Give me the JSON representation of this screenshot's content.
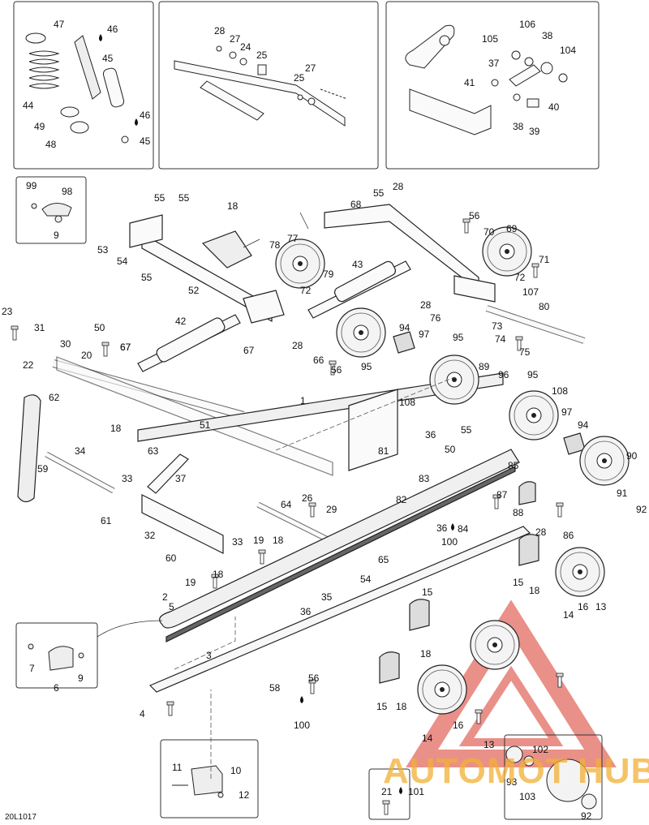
{
  "diagram_code": "20L1017",
  "watermark": {
    "text_a": "AUTOMOT",
    "text_b": "HUB",
    "color_red": "#d8362a",
    "color_yellow": "#f2b035"
  },
  "insets": {
    "shock": [
      "47",
      "46",
      "45",
      "44",
      "49",
      "48",
      "46",
      "45"
    ],
    "arm_links": [
      "28",
      "27",
      "24",
      "25",
      "25",
      "27"
    ],
    "bell_crank": [
      "105",
      "106",
      "38",
      "104",
      "37",
      "41",
      "40",
      "38",
      "39"
    ],
    "bracket_99": [
      "99",
      "98",
      "9"
    ],
    "rail_tip": [
      "7",
      "6",
      "9"
    ],
    "slider_11": [
      "11",
      "10",
      "12"
    ],
    "screw_21": [
      "21",
      "101"
    ],
    "wheel_92": [
      "102",
      "93",
      "103",
      "92"
    ]
  },
  "main_callouts": {
    "front_arm": [
      "55",
      "55",
      "18",
      "53",
      "54",
      "55",
      "52",
      "78",
      "77",
      "72",
      "79",
      "43",
      "28",
      "67",
      "66",
      "56",
      "42",
      "67"
    ],
    "rear_arm": [
      "68",
      "55",
      "28",
      "56",
      "70",
      "69",
      "71",
      "72",
      "107",
      "80",
      "73",
      "74",
      "75",
      "76",
      "28",
      "95",
      "94",
      "97",
      "108",
      "89",
      "96",
      "95",
      "108",
      "97",
      "94",
      "95",
      "90",
      "91",
      "92"
    ],
    "left_side": [
      "23",
      "31",
      "22",
      "30",
      "50",
      "67",
      "20",
      "62",
      "18",
      "51",
      "63",
      "59",
      "34",
      "37",
      "33",
      "32",
      "33",
      "61",
      "60"
    ],
    "rail": [
      "1",
      "36",
      "55",
      "50",
      "81",
      "85",
      "83",
      "82",
      "87",
      "88",
      "26",
      "29",
      "64",
      "19",
      "18",
      "36",
      "84",
      "100",
      "65",
      "54",
      "18",
      "19",
      "2",
      "5",
      "35",
      "36",
      "3",
      "28",
      "86",
      "15",
      "18",
      "16",
      "13",
      "14",
      "15",
      "18",
      "56",
      "58",
      "100",
      "4",
      "15",
      "18",
      "14",
      "16",
      "13"
    ]
  }
}
